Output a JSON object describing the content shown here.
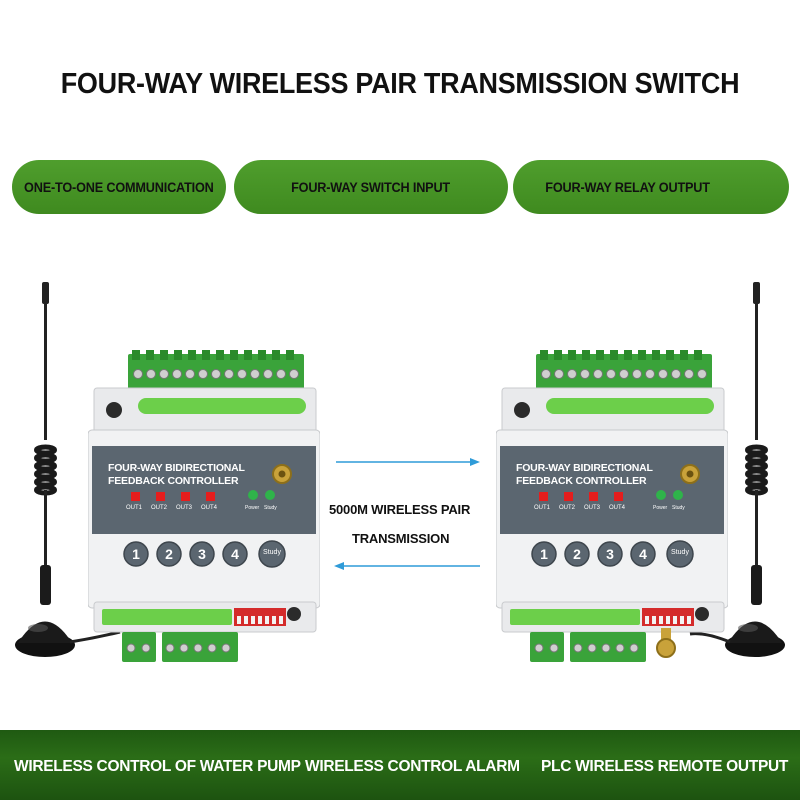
{
  "title": "FOUR-WAY WIRELESS PAIR TRANSMISSION SWITCH",
  "features": [
    "ONE-TO-ONE COMMUNICATION",
    "FOUR-WAY SWITCH INPUT",
    "FOUR-WAY RELAY OUTPUT"
  ],
  "link": {
    "line1": "5000M WIRELESS PAIR",
    "line2": "TRANSMISSION"
  },
  "device": {
    "name_line1": "FOUR-WAY BIDIRECTIONAL",
    "name_line2": "FEEDBACK CONTROLLER",
    "outputs": [
      "OUT1",
      "OUT2",
      "OUT3",
      "OUT4"
    ],
    "indicators": [
      "Power",
      "Study"
    ],
    "buttons": [
      "1",
      "2",
      "3",
      "4"
    ],
    "study_button": "Study"
  },
  "applications": [
    "WIRELESS CONTROL OF WATER PUMP",
    "WIRELESS CONTROL ALARM",
    "PLC WIRELESS REMOTE OUTPUT"
  ],
  "colors": {
    "pill_green": "#4a9a2a",
    "footer_green": "#245f14",
    "terminal_green": "#3aa33a",
    "led_red": "#e51d1d",
    "led_green": "#2fb34a",
    "panel_gray": "#5b6670",
    "arrow_blue": "#2f9bd8"
  }
}
